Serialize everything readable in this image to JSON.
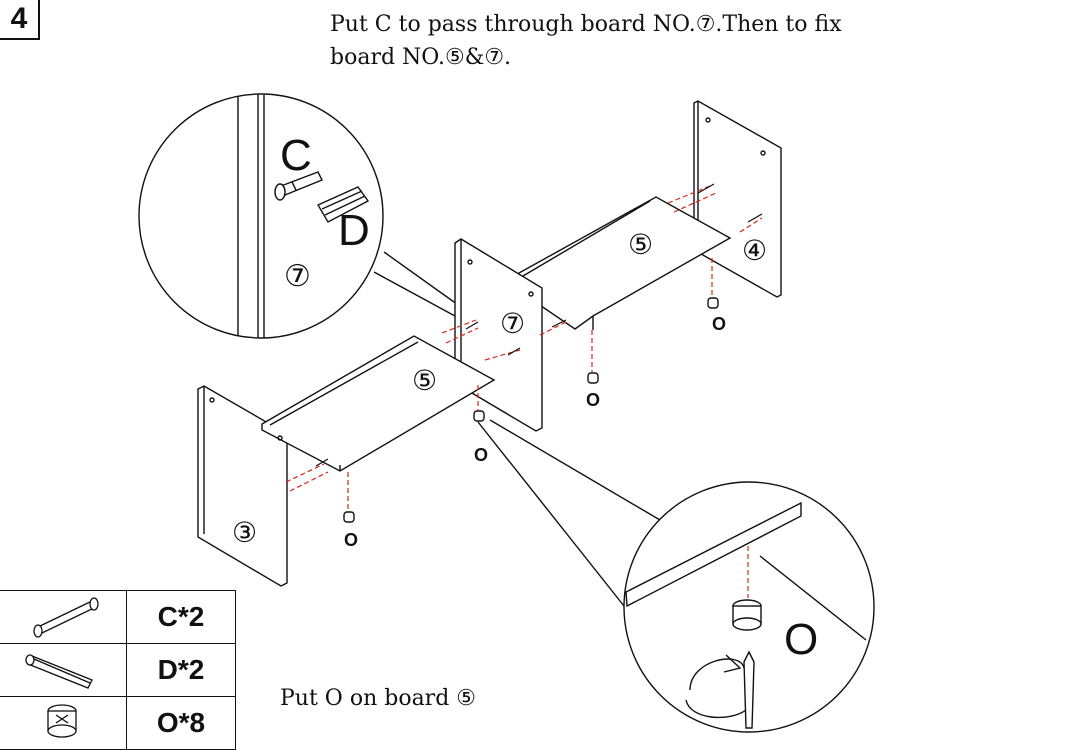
{
  "step": {
    "number": "4"
  },
  "instruction": {
    "line1": "Put C to pass through board NO.⑦.Then to fix",
    "line2": "board NO.⑤&⑦."
  },
  "caption": "Put O on board ⑤",
  "boards": {
    "b3": "③",
    "b4": "④",
    "b5a": "⑤",
    "b5b": "⑤",
    "b7": "⑦"
  },
  "zoom_top": {
    "label_c": "C",
    "label_d": "D",
    "label_board": "⑦"
  },
  "zoom_bottom": {
    "label_o": "O"
  },
  "o_markers": [
    "O",
    "O",
    "O",
    "O"
  ],
  "parts": [
    {
      "icon": "dowel-c-icon",
      "qty": "C*2"
    },
    {
      "icon": "dowel-d-icon",
      "qty": "D*2"
    },
    {
      "icon": "cam-lock-o-icon",
      "qty": "O*8"
    }
  ],
  "colors": {
    "line": "#111111",
    "guide": "#e0241b",
    "panel": "#ffffff"
  }
}
